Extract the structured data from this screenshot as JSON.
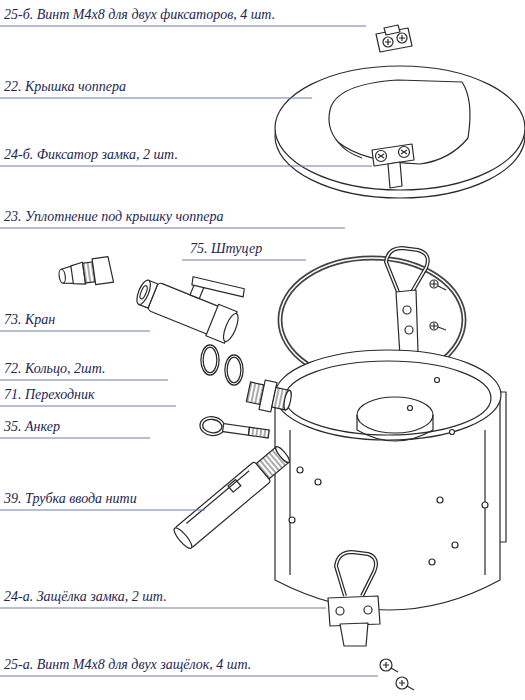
{
  "diagram": {
    "labels": [
      "25-б. Винт М4х8 для двух фиксаторов, 4 шт.",
      "22. Крышка чоппера",
      "24-б. Фиксатор замка, 2 шт.",
      "23. Уплотнение под крышку чоппера",
      "75. Штуцер",
      "73. Кран",
      "72. Кольцо, 2шт.",
      "71. Переходник",
      "35. Анкер",
      "39. Трубка ввода нити",
      "24-а. Защёлка замка, 2 шт.",
      "25-а. Винт М4х8 для двух защёлок, 4 шт."
    ]
  }
}
